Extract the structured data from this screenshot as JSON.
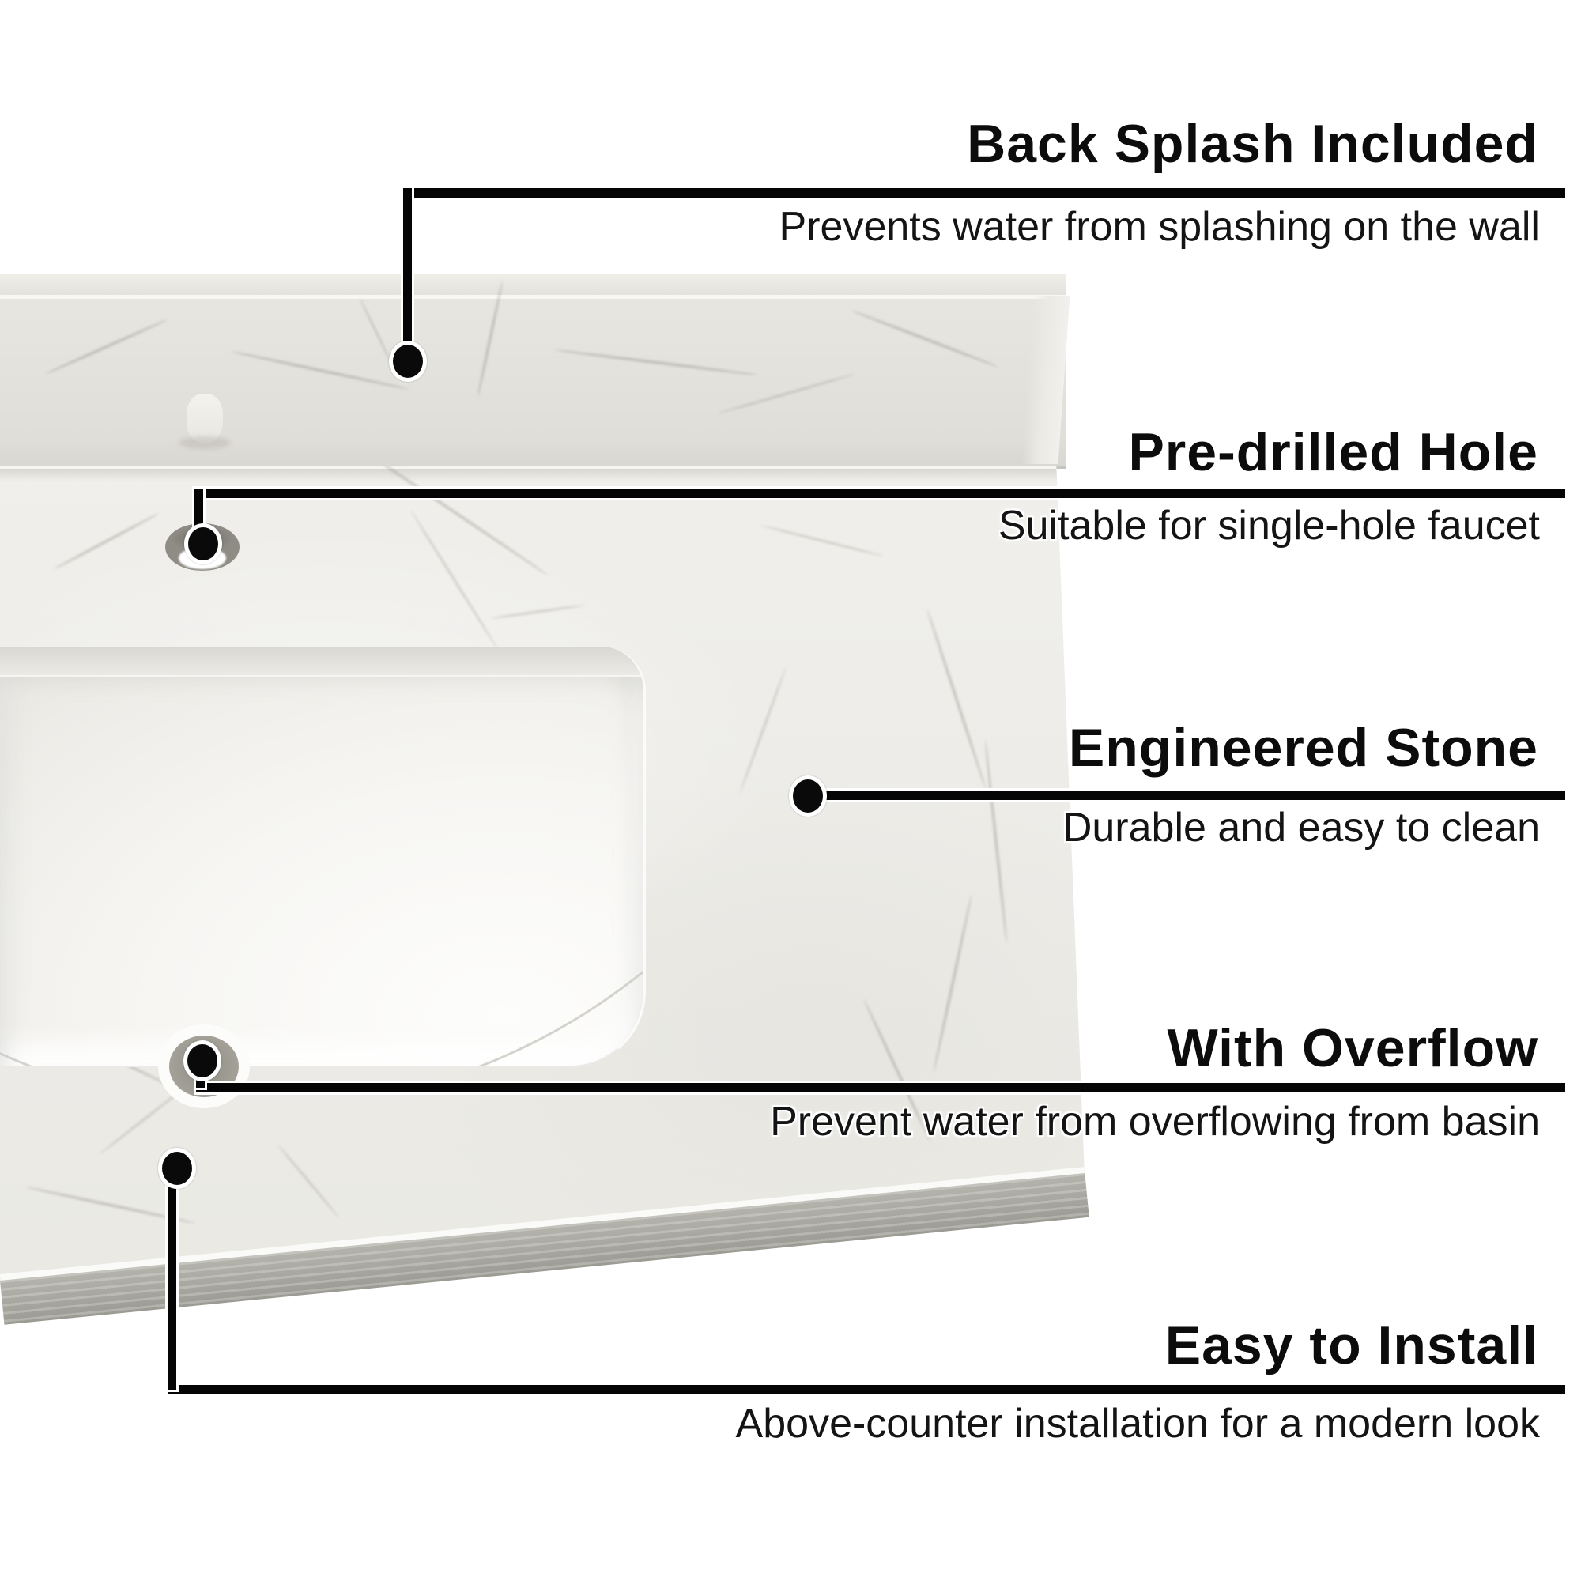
{
  "colors": {
    "background": "#ffffff",
    "callout_line": "#050505",
    "title_text": "#0c0c0c",
    "description_text": "#141414",
    "marble_base": "#edece8",
    "marble_vein": "#76736c",
    "countertop_front_edge": "#a8a79f",
    "porcelain_basin": "#f7f6f3"
  },
  "callouts": [
    {
      "id": "back-splash",
      "title": "Back Splash Included",
      "description": "Prevents water from splashing on the wall"
    },
    {
      "id": "pre-drilled-hole",
      "title": "Pre-drilled Hole",
      "description": "Suitable for single-hole faucet"
    },
    {
      "id": "engineered-stone",
      "title": "Engineered Stone",
      "description": "Durable and easy to clean"
    },
    {
      "id": "with-overflow",
      "title": "With Overflow",
      "description": "Prevent water from overflowing from basin"
    },
    {
      "id": "easy-to-install",
      "title": "Easy to Install",
      "description": "Above-counter installation for a modern look"
    }
  ]
}
